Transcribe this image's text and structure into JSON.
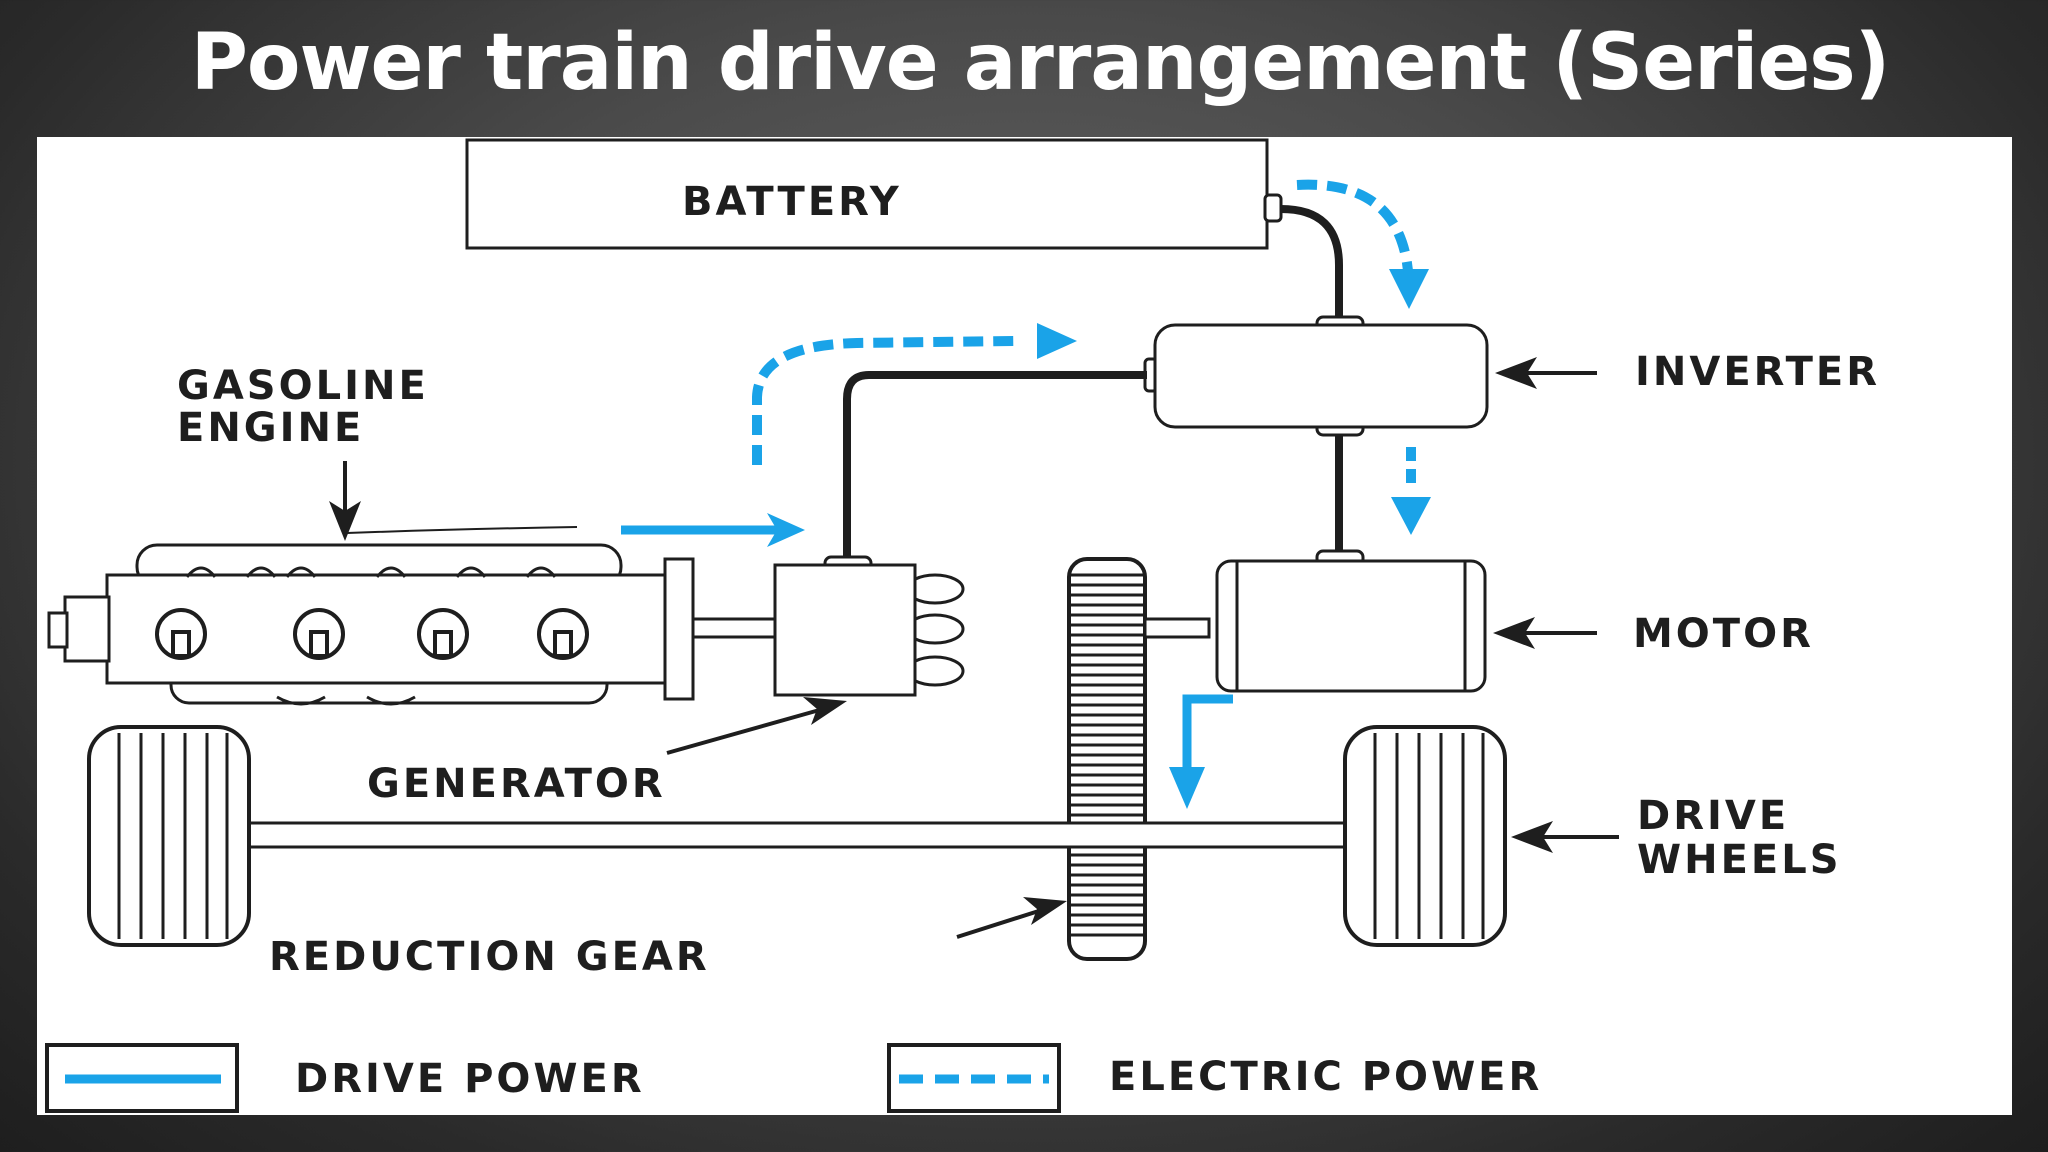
{
  "slide": {
    "title": "Power train drive arrangement (Series)"
  },
  "diagram": {
    "labels": {
      "battery": "BATTERY",
      "inverter": "INVERTER",
      "gasoline_engine_line1": "GASOLINE",
      "gasoline_engine_line2": "ENGINE",
      "motor": "MOTOR",
      "generator": "GENERATOR",
      "drive_wheels_line1": "DRIVE",
      "drive_wheels_line2": "WHEELS",
      "reduction_gear": "REDUCTION GEAR"
    },
    "legend": {
      "drive_power": "DRIVE POWER",
      "electric_power": "ELECTRIC POWER"
    },
    "colors": {
      "arrow_blue": "#1aa3e8",
      "line_black": "#1e1e1e",
      "panel_bg": "#ffffff",
      "title_text": "#ffffff"
    }
  }
}
